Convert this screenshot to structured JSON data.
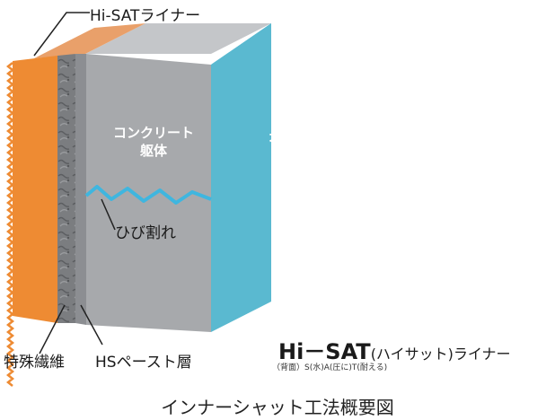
{
  "labels": {
    "liner_callout": "Hi-SATライナー",
    "concrete_line1": "コンクリート",
    "concrete_line2": "躯体",
    "groundwater": "地下水",
    "crack": "ひび割れ",
    "fiber": "特殊繊維",
    "paste": "HSペースト層"
  },
  "brand": {
    "name": "Hi－SAT",
    "suffix": "(ハイサット)ライナー",
    "note": "（背面）S(水)A(圧に)T(耐える)"
  },
  "caption": "インナーシャット工法概要図",
  "colors": {
    "liner": "#ee8b33",
    "liner_top": "#e9a06a",
    "fiber": "#7b7d80",
    "paste": "#8c8e92",
    "concrete": "#a7a9ac",
    "concrete_top": "#c4c6c9",
    "groundwater": "#5ab9d0",
    "groundwater_top": "#44b6dc",
    "crack": "#3fb6df"
  }
}
